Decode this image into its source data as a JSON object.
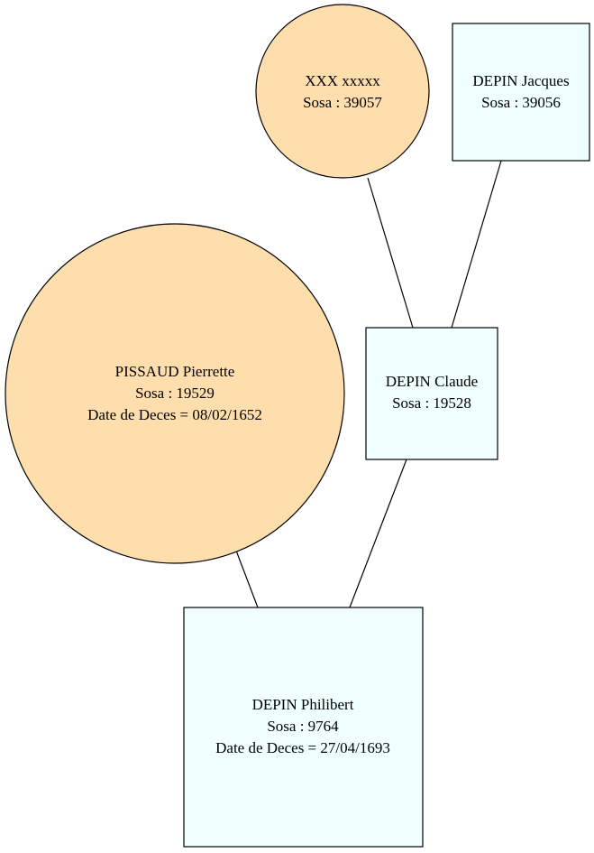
{
  "colors": {
    "female_fill": "#FFDEAD",
    "male_fill": "#F0FFFF",
    "stroke": "#000000"
  },
  "persons": {
    "p39057": {
      "name": "XXX xxxxx",
      "sosa": "Sosa : 39057",
      "shape": "circle"
    },
    "p39056": {
      "name": "DEPIN Jacques",
      "sosa": "Sosa : 39056",
      "shape": "box"
    },
    "p19529": {
      "name": "PISSAUD Pierrette",
      "sosa": "Sosa : 19529",
      "death": "Date de Deces = 08/02/1652",
      "shape": "circle"
    },
    "p19528": {
      "name": "DEPIN Claude",
      "sosa": "Sosa : 19528",
      "shape": "box"
    },
    "p9764": {
      "name": "DEPIN Philibert",
      "sosa": "Sosa : 9764",
      "death": "Date de Deces = 27/04/1693",
      "shape": "box"
    }
  },
  "edges": [
    {
      "from": "p39057",
      "to": "p19528"
    },
    {
      "from": "p39056",
      "to": "p19528"
    },
    {
      "from": "p19529",
      "to": "p9764"
    },
    {
      "from": "p19528",
      "to": "p9764"
    }
  ]
}
